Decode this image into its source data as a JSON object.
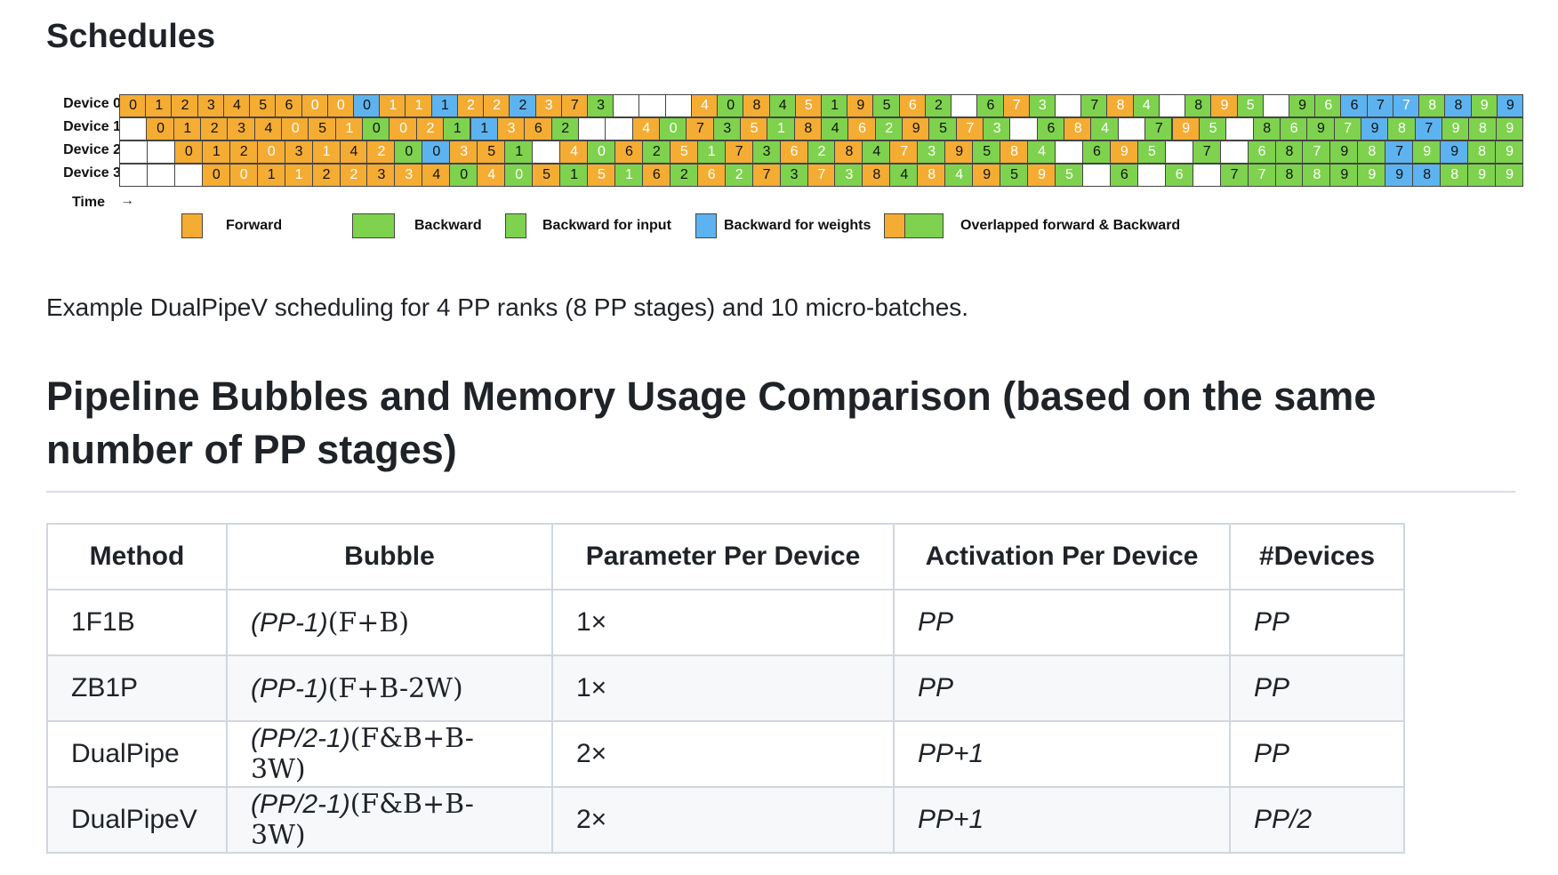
{
  "heading": "Schedules",
  "figure": {
    "devices": [
      "Device 0",
      "Device 1",
      "Device 2",
      "Device 3"
    ],
    "time_label": "Time",
    "time_arrow": "→",
    "rows": [
      [
        "F0",
        "F1",
        "F2",
        "F3",
        "F4",
        "F5",
        "F6",
        "F0",
        "F0",
        "W0",
        "F1",
        "F1",
        "W1",
        "F2",
        "F2",
        "W2",
        "F3",
        "F7",
        "B3",
        "E",
        "E",
        "E",
        "F4",
        "B0",
        "F8",
        "B4",
        "F5",
        "B1",
        "F9",
        "B5",
        "F6",
        "B2",
        "E",
        "B6",
        "F7",
        "B3",
        "E",
        "B7",
        "F8",
        "B4",
        "E",
        "B8",
        "F9",
        "B5",
        "E",
        "B9",
        "B6",
        "W6",
        "W7",
        "W7",
        "B8",
        "W8",
        "B9",
        "W9"
      ],
      [
        "E",
        "F0",
        "F1",
        "F2",
        "F3",
        "F4",
        "F0",
        "F5",
        "F1",
        "B0",
        "F0",
        "F2",
        "B1",
        "W1",
        "F3",
        "F6",
        "B2",
        "E",
        "E",
        "F4",
        "B0",
        "F7",
        "B3",
        "F5",
        "B1",
        "F8",
        "B4",
        "F6",
        "B2",
        "F9",
        "B5",
        "F7",
        "B3",
        "E",
        "B6",
        "F8",
        "B4",
        "E",
        "B7",
        "F9",
        "B5",
        "E",
        "B8",
        "B6",
        "B9",
        "B7",
        "W9",
        "B8",
        "W7",
        "B9",
        "B8",
        "B9"
      ],
      [
        "E",
        "E",
        "F0",
        "F1",
        "F2",
        "F0",
        "F3",
        "F1",
        "F4",
        "F2",
        "B0",
        "W0",
        "F3",
        "F5",
        "B1",
        "E",
        "F4",
        "B0",
        "F6",
        "B2",
        "F5",
        "B1",
        "F7",
        "B3",
        "F6",
        "B2",
        "F8",
        "B4",
        "F7",
        "B3",
        "F9",
        "B5",
        "F8",
        "B4",
        "E",
        "B6",
        "F9",
        "B5",
        "E",
        "B7",
        "E",
        "B6",
        "B8",
        "B7",
        "B9",
        "B8",
        "W7",
        "B9",
        "W9",
        "B8",
        "B9"
      ],
      [
        "E",
        "E",
        "E",
        "F0",
        "F0",
        "F1",
        "F1",
        "F2",
        "F2",
        "F3",
        "F3",
        "F4",
        "B0",
        "F4",
        "B0",
        "F5",
        "B1",
        "F5",
        "B1",
        "F6",
        "B2",
        "F6",
        "B2",
        "F7",
        "B3",
        "F7",
        "B3",
        "F8",
        "B4",
        "F8",
        "B4",
        "F9",
        "B5",
        "F9",
        "B5",
        "E",
        "B6",
        "E",
        "B6",
        "E",
        "B7",
        "B7",
        "B8",
        "B8",
        "B9",
        "B9",
        "W9",
        "W8",
        "B8",
        "B9",
        "B9"
      ]
    ],
    "legend": [
      "Forward",
      "Backward",
      "Backward for input",
      "Backward for weights",
      "Overlapped forward & Backward"
    ]
  },
  "caption": "Example DualPipeV scheduling for 4 PP ranks (8 PP stages) and 10 micro-batches.",
  "section_heading": "Pipeline Bubbles and Memory Usage Comparison (based on the same number of PP stages)",
  "table": {
    "headers": [
      "Method",
      "Bubble",
      "Parameter Per Device",
      "Activation Per Device",
      "#Devices"
    ],
    "rows": [
      {
        "method": "1F1B",
        "bubble_pre": "(PP-1)",
        "bubble_math": "(F+B)",
        "param": "1×",
        "activation": "PP",
        "devices": "PP"
      },
      {
        "method": "ZB1P",
        "bubble_pre": "(PP-1)",
        "bubble_math": "(F+B-2W)",
        "param": "1×",
        "activation": "PP",
        "devices": "PP"
      },
      {
        "method": "DualPipe",
        "bubble_pre": "(PP/2-1)",
        "bubble_math": "(F&B+B-3W)",
        "param": "2×",
        "activation": "PP+1",
        "devices": "PP"
      },
      {
        "method": "DualPipeV",
        "bubble_pre": "(PP/2-1)",
        "bubble_math": "(F&B+B-3W)",
        "param": "2×",
        "activation": "PP+1",
        "devices": "PP/2"
      }
    ]
  },
  "colors": {
    "forward": "#f4ac33",
    "backward": "#7ed24e",
    "weights": "#5db3ef"
  }
}
